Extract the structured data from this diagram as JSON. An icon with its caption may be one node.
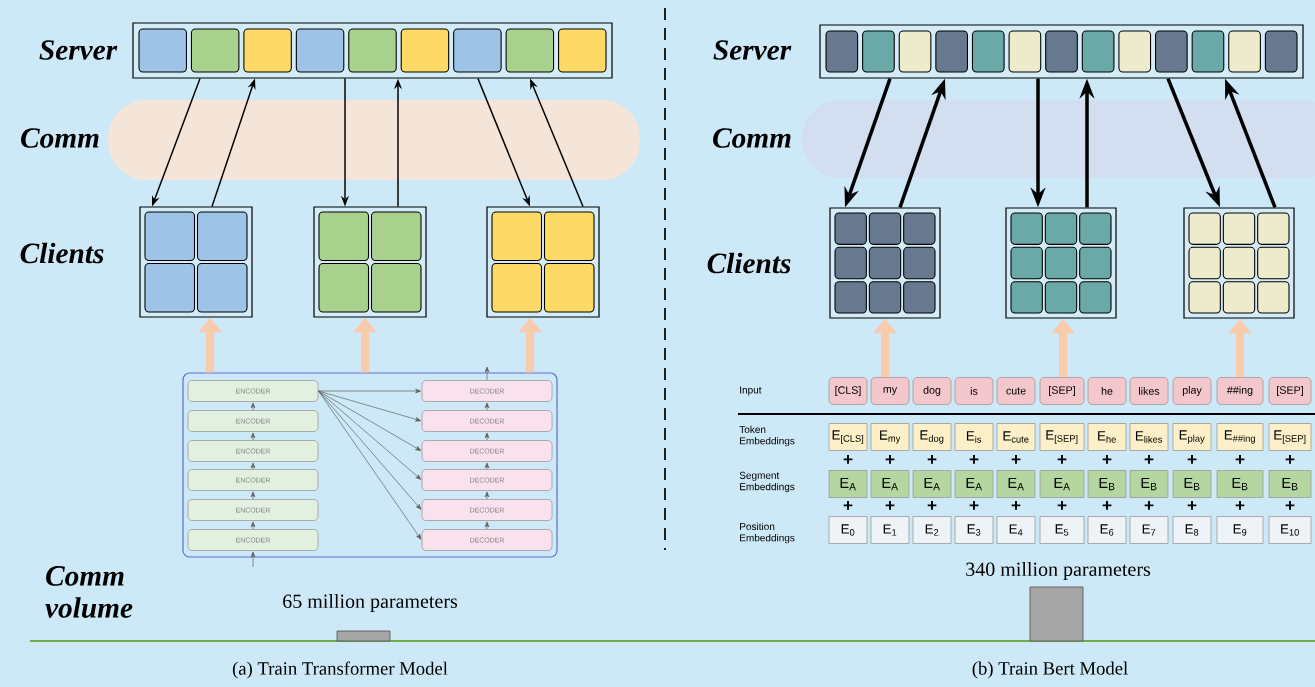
{
  "diagram": {
    "nodes": [
      {
        "text": [],
        "shape": "box"
      },
      {
        "text": [],
        "shape": "box"
      },
      {
        "text": [],
        "shape": "box"
      },
      {
        "text": [],
        "shape": "box"
      },
      {
        "text": [],
        "shape": "box"
      },
      {
        "text": [
          "ENCODER"
        ],
        "in": 4
      },
      {
        "text": [
          "ENCODER"
        ],
        "in": 4
      },
      {
        "text": [
          "ENCODER"
        ],
        "in": 4
      },
      {
        "text": [
          "ENCODER"
        ],
        "in": 4
      },
      {
        "text": [
          "ENCODER"
        ],
        "in": 4
      },
      {
        "text": [
          "ENCODER"
        ],
        "in": 4
      },
      {
        "text": [
          "DECODER"
        ],
        "in": 4
      },
      {
        "text": [
          "DECODER"
        ],
        "in": 4
      },
      {
        "text": [
          "DECODER"
        ],
        "in": 4
      },
      {
        "text": [
          "DECODER"
        ],
        "in": 4
      },
      {
        "text": [
          "DECODER"
        ],
        "in": 4
      },
      {
        "text": [
          "DECODER"
        ],
        "in": 4
      },
      {
        "text": [],
        "shape": "box"
      },
      {
        "text": [],
        "shape": "box"
      },
      {
        "text": [],
        "shape": "box"
      },
      {
        "text": [],
        "shape": "box"
      },
      {
        "text": [
          "[CLS]"
        ]
      },
      {
        "text": [
          "my"
        ]
      },
      {
        "text": [
          "dog"
        ]
      },
      {
        "text": [
          "is"
        ]
      },
      {
        "text": [
          "cute"
        ]
      },
      {
        "text": [
          "[SEP]"
        ]
      },
      {
        "text": [
          "he"
        ]
      },
      {
        "text": [
          "likes"
        ]
      },
      {
        "text": [
          "play"
        ]
      },
      {
        "text": [
          "##ing"
        ]
      },
      {
        "text": [
          "[SEP]"
        ]
      },
      {
        "text": [
          "E$_{[CLS]}$"
        ]
      },
      {
        "text": [
          "E$_{my}$"
        ]
      },
      {
        "text": [
          "E$_{dog}$"
        ]
      },
      {
        "text": [
          "E$_{is}$"
        ]
      },
      {
        "text": [
          "E$_{cute}$"
        ]
      },
      {
        "text": [
          "E$_{[SEP]}$"
        ]
      },
      {
        "text": [
          "E$_{he}$"
        ]
      },
      {
        "text": [
          "E$_{likes}$"
        ]
      },
      {
        "text": [
          "E$_{play}$"
        ]
      },
      {
        "text": [
          "E$_{##ing}$"
        ]
      },
      {
        "text": [
          "E$_{[SEP]}$"
        ]
      },
      {
        "text": [
          "E$_{A}$"
        ]
      },
      {
        "text": [
          "E$_{A}$"
        ]
      },
      {
        "text": [
          "E$_{A}$"
        ]
      },
      {
        "text": [
          "E$_{A}$"
        ]
      },
      {
        "text": [
          "E$_{A}$"
        ]
      },
      {
        "text": [
          "E$_{A}$"
        ]
      },
      {
        "text": [
          "E$_{B}$"
        ]
      },
      {
        "text": [
          "E$_{B}$"
        ]
      },
      {
        "text": [
          "E$_{B}$"
        ]
      },
      {
        "text": [
          "E$_{B}$"
        ]
      },
      {
        "text": [
          "E$_{B}$"
        ]
      },
      {
        "text": [
          "E$_{0}$"
        ]
      },
      {
        "text": [
          "E$_{1}$"
        ]
      },
      {
        "text": [
          "E$_{2}$"
        ]
      },
      {
        "text": [
          "E$_{3}$"
        ]
      },
      {
        "text": [
          "E$_{4}$"
        ]
      },
      {
        "text": [
          "E$_{5}$"
        ]
      },
      {
        "text": [
          "E$_{6}$"
        ]
      },
      {
        "text": [
          "E$_{7}$"
        ]
      },
      {
        "text": [
          "E$_{8}$"
        ]
      },
      {
        "text": [
          "E$_{9}$"
        ]
      },
      {
        "text": [
          "E$_{10}$"
        ]
      }
    ],
    "edges": [
      {
        "from": 0,
        "to": 1,
        "arrow": "to",
        "color": "#000000"
      },
      {
        "from": 1,
        "to": 0,
        "arrow": "to",
        "color": "#000000"
      },
      {
        "from": 0,
        "to": 2,
        "arrow": "to",
        "color": "#000000"
      },
      {
        "from": 2,
        "to": 0,
        "arrow": "to",
        "color": "#000000"
      },
      {
        "from": 0,
        "to": 3,
        "arrow": "to",
        "color": "#000000"
      },
      {
        "from": 3,
        "to": 0,
        "arrow": "to",
        "color": "#000000"
      },
      {
        "from": 17,
        "to": 18,
        "arrow": "to",
        "style": "thick",
        "color": "#000000"
      },
      {
        "from": 18,
        "to": 17,
        "arrow": "to",
        "style": "thick",
        "color": "#000000"
      },
      {
        "from": 17,
        "to": 19,
        "arrow": "to",
        "style": "thick",
        "color": "#000000"
      },
      {
        "from": 19,
        "to": 17,
        "arrow": "to",
        "style": "thick",
        "color": "#000000"
      },
      {
        "from": 17,
        "to": 20,
        "arrow": "to",
        "style": "thick",
        "color": "#000000"
      },
      {
        "from": 20,
        "to": 17,
        "arrow": "to",
        "style": "thick",
        "color": "#000000"
      },
      {
        "from": 4,
        "to": 1,
        "arrow": "to",
        "style": "thick",
        "color": "#f8cbad"
      },
      {
        "from": 4,
        "to": 2,
        "arrow": "to",
        "style": "thick",
        "color": "#f8cbad"
      },
      {
        "from": 4,
        "to": 3,
        "arrow": "to",
        "style": "thick",
        "color": "#f8cbad"
      },
      {
        "from": 22,
        "to": 18,
        "arrow": "to",
        "style": "thick",
        "color": "#f8cbad"
      },
      {
        "from": 26,
        "to": 19,
        "arrow": "to",
        "style": "thick",
        "color": "#f8cbad"
      },
      {
        "from": 30,
        "to": 20,
        "arrow": "to",
        "style": "thick",
        "color": "#f8cbad"
      },
      {
        "from": null,
        "to": 10,
        "arrow": "to"
      },
      {
        "from": 10,
        "to": 9,
        "arrow": "to"
      },
      {
        "from": 9,
        "to": 8,
        "arrow": "to"
      },
      {
        "from": 8,
        "to": 7,
        "arrow": "to"
      },
      {
        "from": 7,
        "to": 6,
        "arrow": "to"
      },
      {
        "from": 6,
        "to": 5,
        "arrow": "to"
      },
      {
        "from": 5,
        "to": 11,
        "arrow": "to"
      },
      {
        "from": 5,
        "to": 12,
        "arrow": "to"
      },
      {
        "from": 5,
        "to": 13,
        "arrow": "to"
      },
      {
        "from": 5,
        "to": 14,
        "arrow": "to"
      },
      {
        "from": 5,
        "to": 15,
        "arrow": "to"
      },
      {
        "from": 5,
        "to": 16,
        "arrow": "to"
      },
      {
        "from": 16,
        "to": 15,
        "arrow": "to"
      },
      {
        "from": 15,
        "to": 14,
        "arrow": "to"
      },
      {
        "from": 14,
        "to": 13,
        "arrow": "to"
      },
      {
        "from": 13,
        "to": 12,
        "arrow": "to"
      },
      {
        "from": 12,
        "to": 11,
        "arrow": "to"
      },
      {
        "from": 11,
        "to": null,
        "arrow": "to"
      }
    ],
    "labels": [
      "Server",
      "Server",
      "Comm",
      "Comm",
      "Clients",
      "Clients",
      "Input",
      "Token Embeddings",
      "Segment Embeddings",
      "Position Embeddings",
      "340 million parameters",
      "Comm volume",
      "65 million parameters",
      "(a) Train Transformer Model",
      "(b) Train Bert Model",
      "+",
      "+",
      "+",
      "+",
      "+",
      "+",
      "+",
      "+",
      "+",
      "+",
      "+",
      "+",
      "+",
      "+",
      "+",
      "+",
      "+",
      "+",
      "+",
      "+",
      "+",
      "+"
    ]
  }
}
